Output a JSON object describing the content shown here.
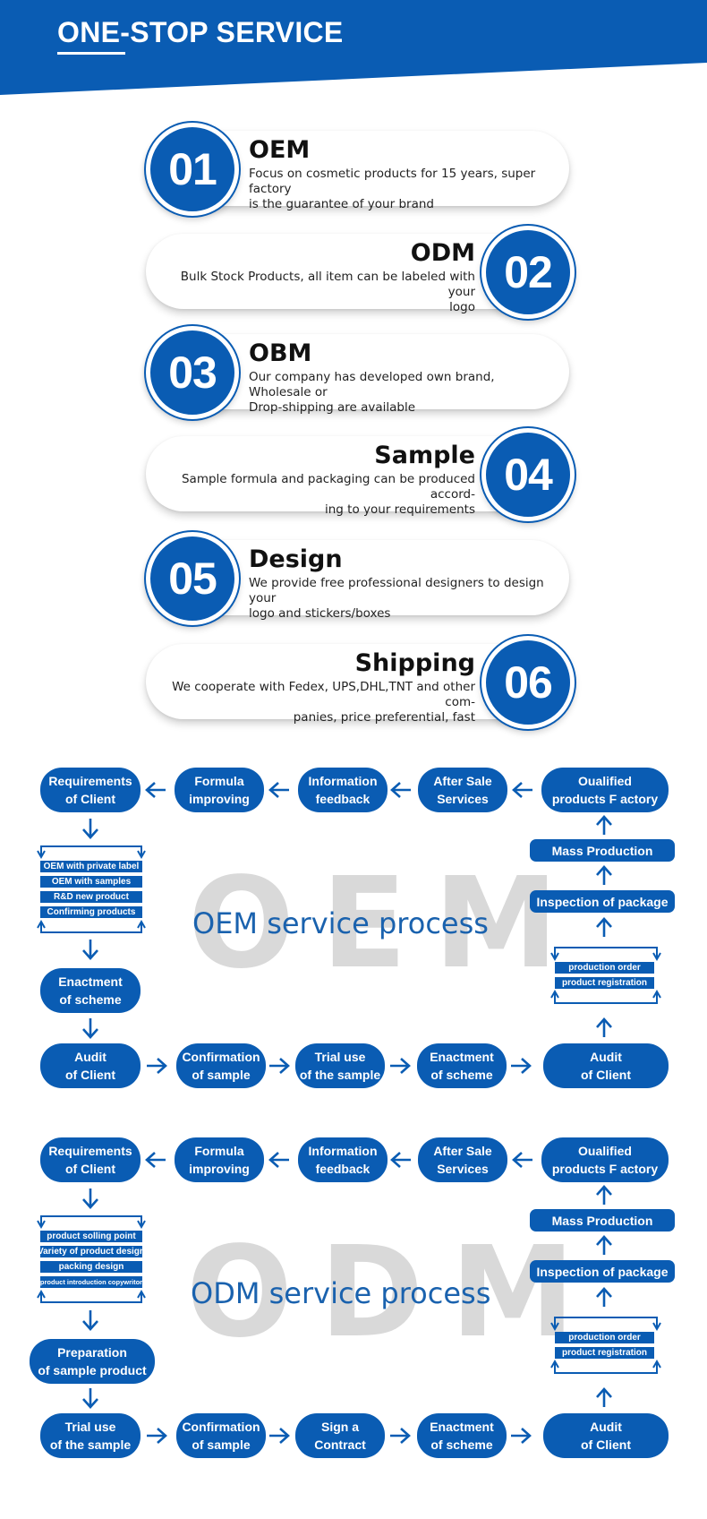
{
  "banner": {
    "title": "ONE-STOP SERVICE"
  },
  "colors": {
    "brand_blue": "#0a5cb3",
    "title_blue": "#1a62ae",
    "watermark_gray": "#d9d9d9"
  },
  "services": [
    {
      "number": "01",
      "title": "OEM",
      "desc_lines": [
        "Focus on cosmetic products for 15 years, super factory",
        "is the guarantee of your brand"
      ]
    },
    {
      "number": "02",
      "title": "ODM",
      "desc_lines": [
        "Bulk Stock Products, all item can be labeled with your",
        "logo"
      ]
    },
    {
      "number": "03",
      "title": "OBM",
      "desc_lines": [
        "Our company has developed own brand, Wholesale or",
        "Drop-shipping are available"
      ]
    },
    {
      "number": "04",
      "title": "Sample",
      "desc_lines": [
        "Sample formula and packaging can be produced accord-",
        "ing to your requirements"
      ]
    },
    {
      "number": "05",
      "title": "Design",
      "desc_lines": [
        "We provide free professional designers to design your",
        "logo and stickers/boxes"
      ]
    },
    {
      "number": "06",
      "title": "Shipping",
      "desc_lines": [
        "We cooperate with Fedex, UPS,DHL,TNT and other com-",
        "panies, price preferential, fast"
      ]
    }
  ],
  "oem": {
    "title": "OEM service process",
    "watermark": "OEM",
    "top_row": [
      {
        "line1": "Requirements",
        "line2": "of Client"
      },
      {
        "line1": "Formula",
        "line2": "improving"
      },
      {
        "line1": "Information",
        "line2": "feedback"
      },
      {
        "line1": "After Sale",
        "line2": "Services"
      },
      {
        "line1": "Oualified",
        "line2": "products F actory"
      }
    ],
    "sub_list": [
      "OEM with private label",
      "OEM with samples",
      "R&D new product",
      "Confirming products"
    ],
    "mid_left": {
      "line1": "Enactment",
      "line2": "of scheme"
    },
    "right_col": [
      "Mass Production",
      "Inspection of package"
    ],
    "right_sub": [
      "production order",
      "product registration"
    ],
    "bottom_row": [
      {
        "line1": "Audit",
        "line2": "of Client"
      },
      {
        "line1": "Confirmation",
        "line2": "of sample"
      },
      {
        "line1": "Trial use",
        "line2": "of the sample"
      },
      {
        "line1": "Enactment",
        "line2": "of scheme"
      },
      {
        "line1": "Audit",
        "line2": "of Client"
      }
    ]
  },
  "odm": {
    "title": "ODM service process",
    "watermark": "ODM",
    "top_row": [
      {
        "line1": "Requirements",
        "line2": "of Client"
      },
      {
        "line1": "Formula",
        "line2": "improving"
      },
      {
        "line1": "Information",
        "line2": "feedback"
      },
      {
        "line1": "After Sale",
        "line2": "Services"
      },
      {
        "line1": "Oualified",
        "line2": "products F actory"
      }
    ],
    "sub_list": [
      "product solling point",
      "Variety of product design",
      "packing design",
      "product introduction copywritor"
    ],
    "mid_left": {
      "line1": "Preparation",
      "line2": "of sample product"
    },
    "right_col": [
      "Mass Production",
      "Inspection of package"
    ],
    "right_sub": [
      "production order",
      "product registration"
    ],
    "bottom_row": [
      {
        "line1": "Trial use",
        "line2": "of the sample"
      },
      {
        "line1": "Confirmation",
        "line2": "of sample"
      },
      {
        "line1": "Sign a",
        "line2": "Contract"
      },
      {
        "line1": "Enactment",
        "line2": "of scheme"
      },
      {
        "line1": "Audit",
        "line2": "of Client"
      }
    ]
  }
}
